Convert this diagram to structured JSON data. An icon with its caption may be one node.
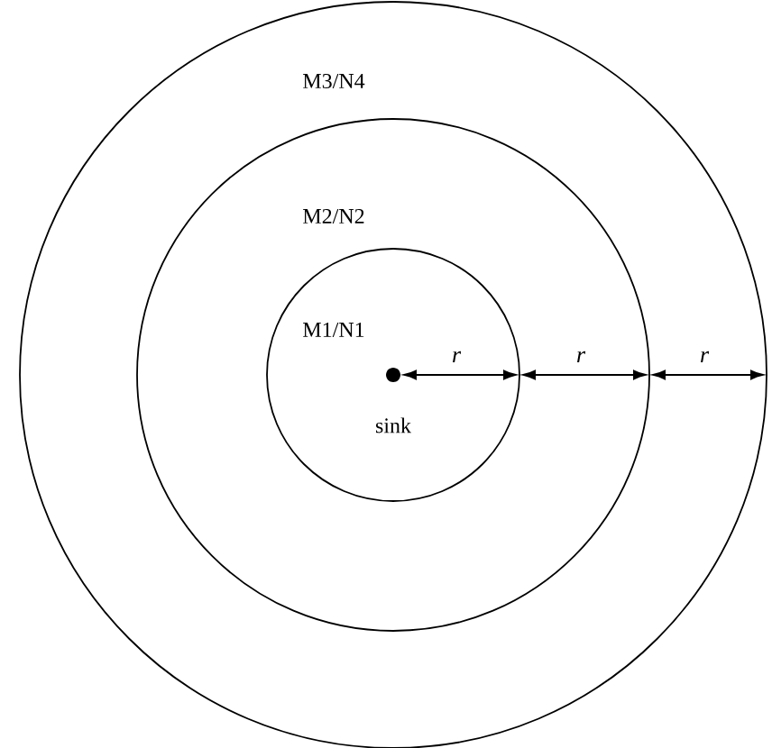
{
  "diagram": {
    "nodes": [
      {
        "text": [
          "M3/N4"
        ]
      },
      {
        "text": [
          "M2/N2"
        ],
        "in": 0
      },
      {
        "text": [
          "M1/N1"
        ],
        "in": 1
      },
      {
        "text": [
          "sink"
        ],
        "in": 2
      }
    ],
    "labels": [
      "r",
      "r",
      "r"
    ]
  }
}
